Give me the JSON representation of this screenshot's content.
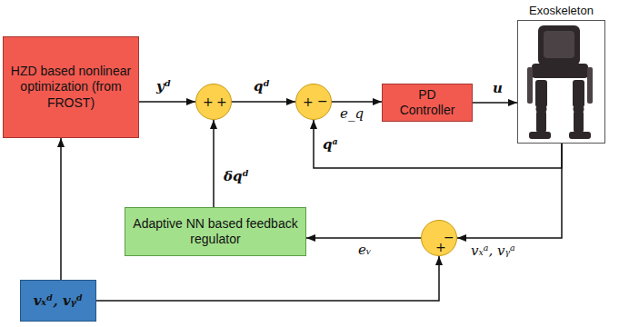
{
  "diagram": {
    "nodes": [
      {
        "text": [
          "HZD based nonlinear optimization (from FROST)"
        ]
      },
      {
        "text": [
          "+",
          "+"
        ]
      },
      {
        "text": [
          "+",
          "−"
        ]
      },
      {
        "text": [
          "PD Controller"
        ]
      },
      {
        "text": [
          "Exoskeleton"
        ]
      },
      {
        "text": [
          "−",
          "+"
        ]
      },
      {
        "text": [
          "Adaptive NN based feedback regulator"
        ]
      },
      {
        "text": [
          "vₓᵈ, vᵧᵈ"
        ]
      }
    ],
    "edges": [
      {
        "from": 0,
        "to": 1,
        "label": "yᵈ",
        "arrow": "to"
      },
      {
        "from": 1,
        "to": 2,
        "label": "qᵈ",
        "arrow": "to"
      },
      {
        "from": 2,
        "to": 3,
        "label": "e_q",
        "arrow": "to"
      },
      {
        "from": 3,
        "to": 4,
        "label": "u",
        "arrow": "to"
      },
      {
        "from": 4,
        "to": 2,
        "label": "qᵃ",
        "arrow": "to"
      },
      {
        "from": 4,
        "to": 5,
        "label": "vₓᵃ, vᵧᵃ",
        "arrow": "to"
      },
      {
        "from": 5,
        "to": 6,
        "label": "eᵥ",
        "arrow": "to"
      },
      {
        "from": 6,
        "to": 1,
        "label": "δqᵈ",
        "arrow": "to"
      },
      {
        "from": 7,
        "to": 0,
        "arrow": "to"
      },
      {
        "from": 7,
        "to": 5,
        "arrow": "to"
      }
    ]
  }
}
